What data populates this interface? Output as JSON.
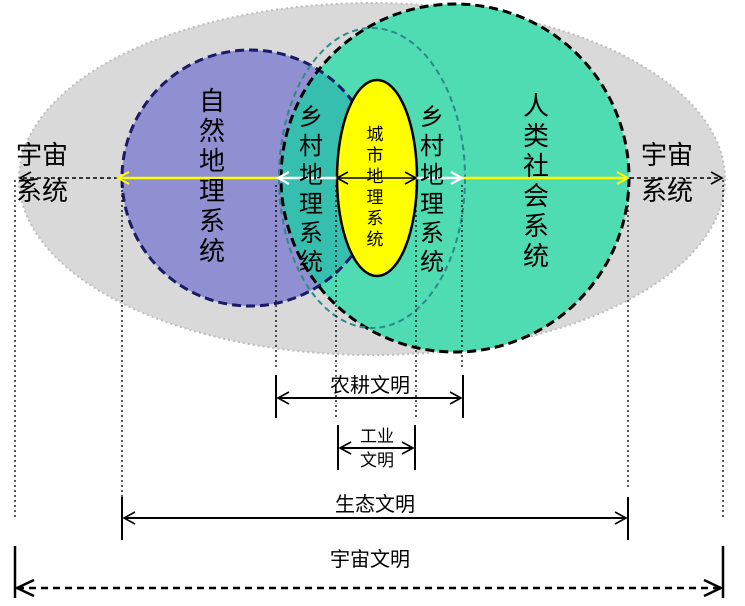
{
  "regions": {
    "cosmos_left": "宇宙系统",
    "cosmos_right": "宇宙系统",
    "natural": "自然地理系统",
    "human": "人类社会系统",
    "rural_left": "乡村地理系统",
    "rural_right": "乡村地理系统",
    "urban": "城市地理系统"
  },
  "civilizations": {
    "agricultural": "农耕文明",
    "industrial_line1": "工业",
    "industrial_line2": "文明",
    "ecological": "生态文明",
    "cosmic": "宇宙文明"
  },
  "colors": {
    "cosmos": "#d9d9d9",
    "natural": "#8f8fd1",
    "human": "#50dcb2",
    "overlap": "#36bfae",
    "urban": "#ffff00",
    "arrow_yellow": "#ffff00",
    "arrow_white": "#ffffff"
  }
}
